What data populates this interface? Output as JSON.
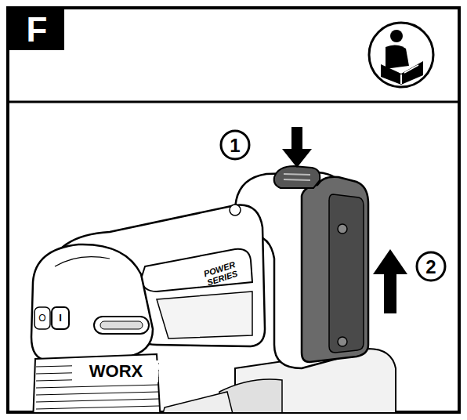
{
  "diagram": {
    "title": "F",
    "labels": [
      "1",
      "2",
      "POWER SERIES",
      "WORX",
      "O",
      "I"
    ]
  }
}
